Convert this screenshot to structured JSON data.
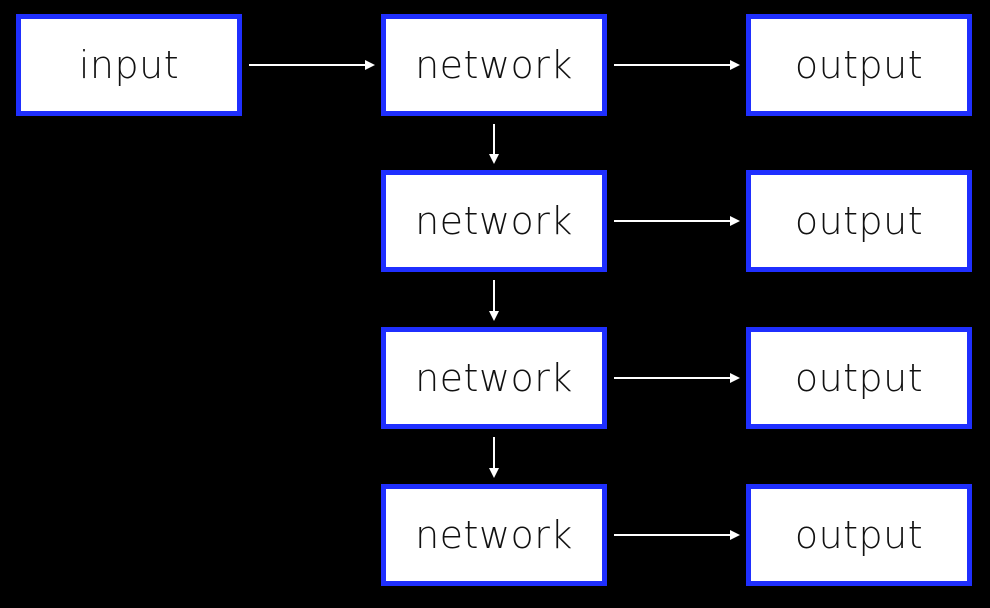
{
  "diagram": {
    "input_label": "input",
    "network_labels": [
      "network",
      "network",
      "network",
      "network"
    ],
    "output_labels": [
      "output",
      "output",
      "output",
      "output"
    ],
    "colors": {
      "background": "#000000",
      "box_fill": "#ffffff",
      "box_border": "#1f2fff",
      "arrow": "#ffffff",
      "text": "#111111"
    }
  }
}
